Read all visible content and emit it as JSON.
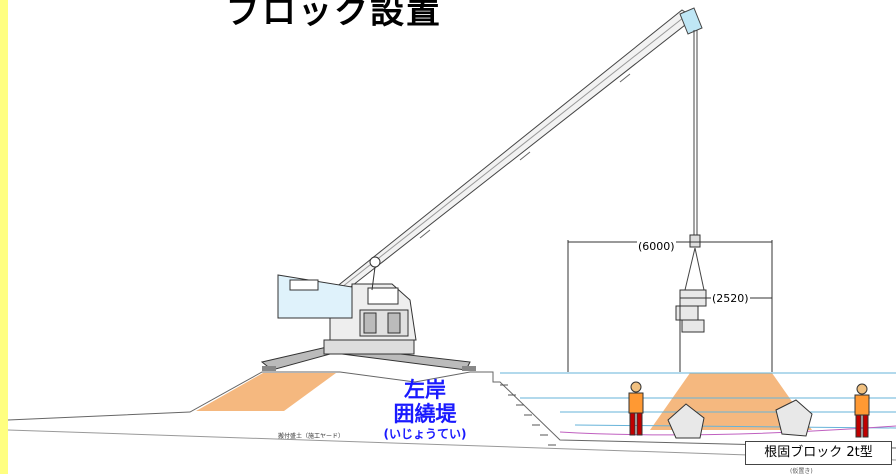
{
  "title": "ブロック設置",
  "levee_label": {
    "line1": "左岸",
    "line2": "囲繞堤",
    "reading": "(いじょうてい)"
  },
  "dimensions": {
    "span": "(6000)",
    "block_width": "(2520)"
  },
  "block_label": "根固ブロック 2t型",
  "fill_note": "搬付盛土（施工ヤード）",
  "bottom_note": "(仮置き)",
  "colors": {
    "levee_text": "#1a1aff",
    "soil_fill": "#f5b87f",
    "left_strip": "#ffff80"
  }
}
